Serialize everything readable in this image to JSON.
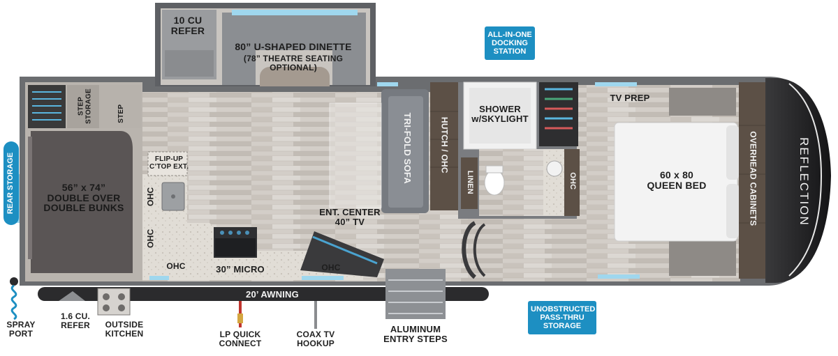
{
  "labels": {
    "refer_10": "10 CU\nREFER",
    "dinette": "80” U-SHAPED DINETTE",
    "dinette_sub": "(78” THEATRE SEATING\nOPTIONAL)",
    "step_storage": "STEP\nSTORAGE",
    "step": "STEP",
    "flip_up": "FLIP-UP\nC’TOP EXT.",
    "bunks": "56” x 74”\nDOUBLE OVER\nDOUBLE BUNKS",
    "ohc": "OHC",
    "hutch": "HUTCH / OHC",
    "trifold": "TRI-FOLD SOFA",
    "ent_center": "ENT. CENTER\n40” TV",
    "micro": "30” MICRO",
    "shower": "SHOWER\nw/SKYLIGHT",
    "linen": "LINEN",
    "tv_prep": "TV PREP",
    "queen_bed": "60 x 80\nQUEEN BED",
    "overhead_cabinets": "OVERHEAD CABINETS",
    "brand": "REFLECTION",
    "awning": "20’ AWNING",
    "rear_storage": "REAR STORAGE",
    "spray_port": "SPRAY\nPORT",
    "refer_16": "1.6 CU.\nREFER",
    "outside_kitchen": "OUTSIDE\nKITCHEN",
    "lp_quick": "LP QUICK\nCONNECT",
    "coax": "COAX TV\nHOOKUP",
    "entry_steps": "ALUMINUM\nENTRY STEPS"
  },
  "badges": {
    "docking": "ALL-IN-ONE\nDOCKING\nSTATION",
    "passthru": "UNOBSTRUCTED\nPASS-THRU\nSTORAGE"
  },
  "colors": {
    "accent_blue": "#1d8fc2",
    "wall": "#6b6d70",
    "floor": "#cfcac4",
    "bunk_mattress": "#5a5555",
    "sofa": "#767a80",
    "cabinet_wood": "#5c5046",
    "front_cap": "#2a2a2c"
  }
}
